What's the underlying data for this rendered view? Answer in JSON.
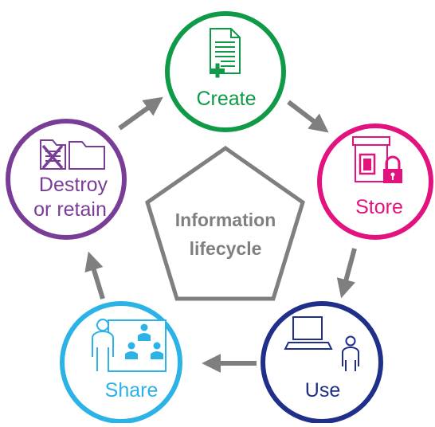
{
  "center": {
    "line1": "Information",
    "line2": "lifecycle"
  },
  "stages": {
    "create": {
      "label": "Create",
      "color": "#0f9a48"
    },
    "store": {
      "label": "Store",
      "color": "#e2127f"
    },
    "use": {
      "label": "Use",
      "color": "#1f2f8a"
    },
    "share": {
      "label": "Share",
      "color": "#2bb2e6"
    },
    "destroy": {
      "line1": "Destroy",
      "line2": "or retain",
      "color": "#7a3d97"
    }
  },
  "colors": {
    "arrow": "#7f7f7f",
    "center_text": "#7f7f7f"
  },
  "icons": {
    "create": "document-plus-icon",
    "store": "archive-lock-icon",
    "use": "laptop-user-icon",
    "share": "presentation-audience-icon",
    "destroy": "delete-folder-icon"
  }
}
